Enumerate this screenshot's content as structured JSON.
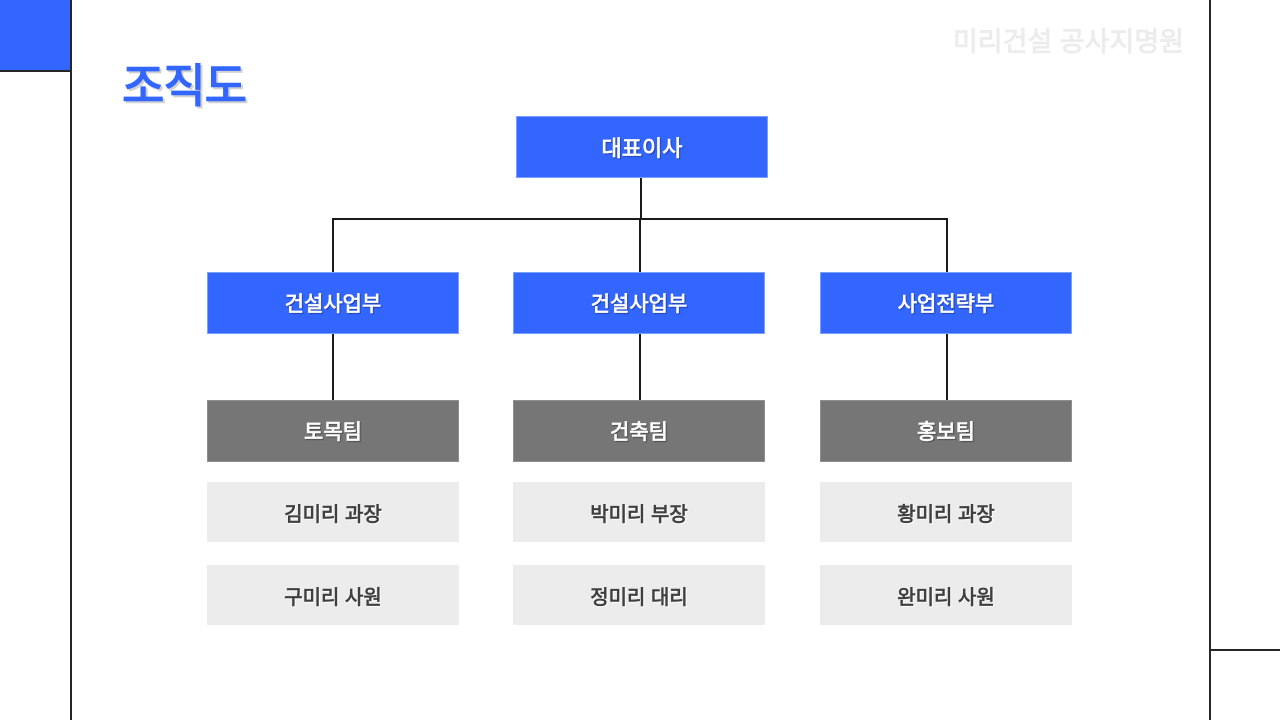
{
  "slide": {
    "title": "조직도",
    "watermark": "미리건설 공사지명원",
    "accent_color": "#3366FF",
    "team_color": "#767676",
    "member_color": "#ECECEC"
  },
  "chart_data": {
    "type": "diagram",
    "title": "조직도",
    "root": {
      "label": "대표이사"
    },
    "columns": [
      {
        "department": "건설사업부",
        "team": "토목팀",
        "members": [
          "김미리 과장",
          "구미리 사원"
        ]
      },
      {
        "department": "건설사업부",
        "team": "건축팀",
        "members": [
          "박미리 부장",
          "정미리  대리"
        ]
      },
      {
        "department": "사업전략부",
        "team": "홍보팀",
        "members": [
          "황미리 과장",
          "완미리 사원"
        ]
      }
    ]
  }
}
